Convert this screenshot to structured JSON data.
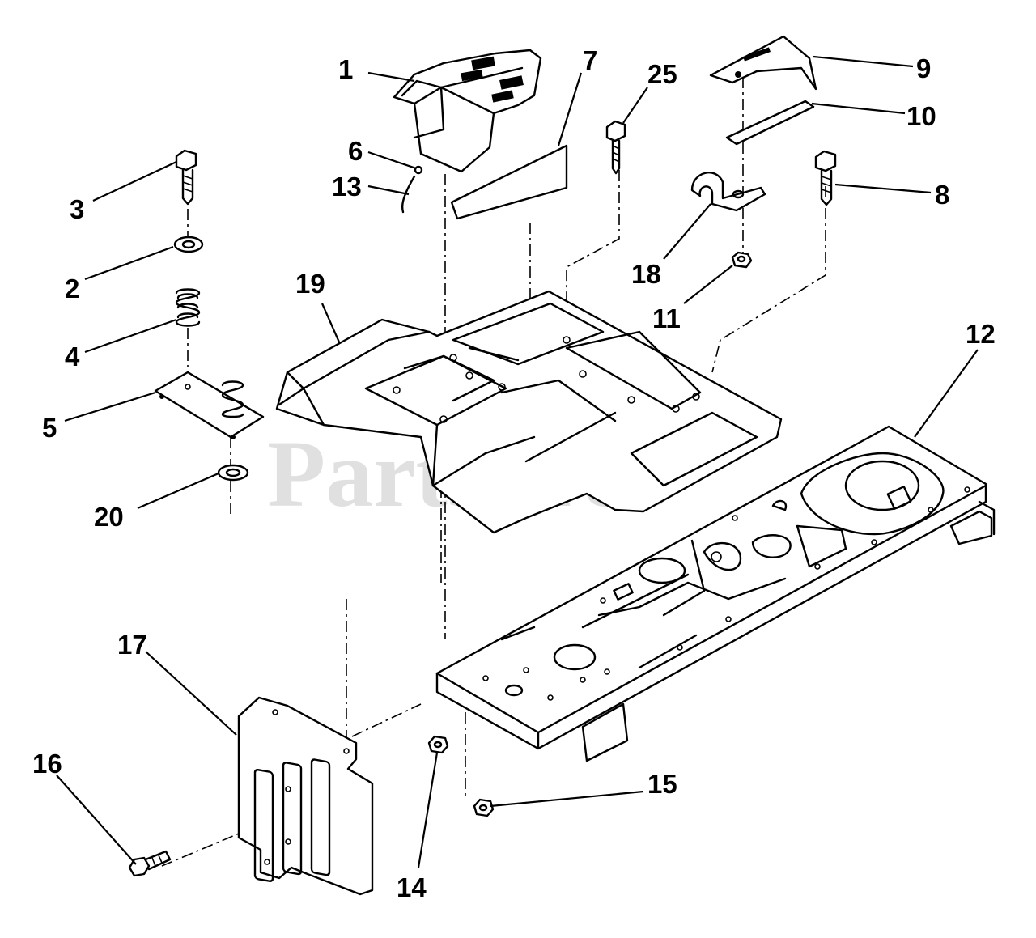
{
  "watermark": "PartsTree",
  "callouts": {
    "c1": "1",
    "c2": "2",
    "c3": "3",
    "c4": "4",
    "c5": "5",
    "c6": "6",
    "c7": "7",
    "c8": "8",
    "c9": "9",
    "c10": "10",
    "c11": "11",
    "c12": "12",
    "c13": "13",
    "c14": "14",
    "c15": "15",
    "c16": "16",
    "c17": "17",
    "c18": "18",
    "c19": "19",
    "c20": "20",
    "c25": "25"
  }
}
